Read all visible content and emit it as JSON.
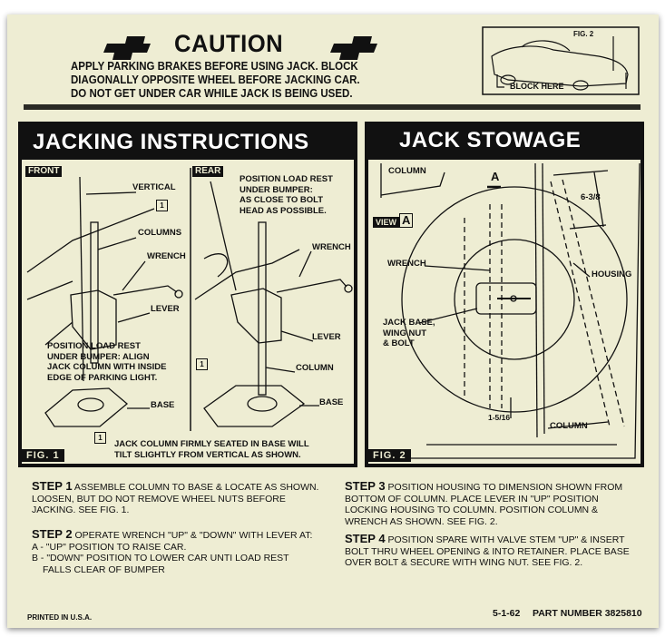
{
  "header": {
    "title": "CAUTION",
    "warning_lines": [
      "APPLY PARKING BRAKES BEFORE USING JACK. BLOCK",
      "DIAGONALLY OPPOSITE WHEEL BEFORE JACKING CAR.",
      "DO NOT GET UNDER CAR WHILE JACK IS BEING USED."
    ],
    "inset": {
      "fig_label": "FIG. 2",
      "block_label": "BLOCK HERE"
    }
  },
  "jacking": {
    "title": "JACKING INSTRUCTIONS",
    "front_tag": "FRONT",
    "rear_tag": "REAR",
    "callout_num": "1",
    "front_labels": {
      "vertical": "VERTICAL",
      "columns": "COLUMNS",
      "wrench": "WRENCH",
      "lever": "LEVER",
      "base": "BASE"
    },
    "front_note": [
      "POSITION LOAD REST",
      "UNDER BUMPER: ALIGN",
      "JACK COLUMN WITH INSIDE",
      "EDGE OF PARKING LIGHT."
    ],
    "rear_note": [
      "POSITION LOAD REST",
      "UNDER BUMPER:",
      "AS CLOSE TO BOLT",
      "HEAD AS POSSIBLE."
    ],
    "rear_labels": {
      "wrench": "WRENCH",
      "lever": "LEVER",
      "column": "COLUMN",
      "base": "BASE"
    },
    "footnote": [
      "JACK COLUMN FIRMLY SEATED IN BASE WILL",
      "TILT SLIGHTLY FROM VERTICAL AS SHOWN."
    ],
    "fig_label": "FIG. 1"
  },
  "stowage": {
    "title": "JACK STOWAGE",
    "labels": {
      "column_top": "COLUMN",
      "view_marker": "A",
      "view_word": "VIEW",
      "view_letter": "A",
      "dim_top": "6-3/8",
      "wrench": "WRENCH",
      "housing": "HOUSING",
      "jack_base": [
        "JACK BASE,",
        "WING NUT",
        "& BOLT"
      ],
      "dim_bottom": "1-5/16",
      "column_bottom": "COLUMN"
    },
    "fig_label": "FIG. 2"
  },
  "steps": [
    {
      "label": "STEP 1",
      "text": "ASSEMBLE COLUMN TO BASE & LOCATE AS SHOWN. LOOSEN, BUT DO NOT REMOVE WHEEL NUTS BEFORE JACKING.  SEE FIG. 1."
    },
    {
      "label": "STEP 2",
      "text": "OPERATE WRENCH \"UP\" & \"DOWN\" WITH LEVER AT:",
      "items": [
        "A - \"UP\" POSITION TO RAISE CAR.",
        "B - \"DOWN\" POSITION TO LOWER CAR UNTI LOAD REST",
        "FALLS CLEAR OF BUMPER"
      ]
    },
    {
      "label": "STEP 3",
      "text": "POSITION HOUSING TO DIMENSION SHOWN FROM BOTTOM OF COLUMN.  PLACE LEVER IN \"UP\" POSITION LOCKING HOUSING TO COLUMN.  POSITION COLUMN & WRENCH AS SHOWN.  SEE FIG. 2."
    },
    {
      "label": "STEP 4",
      "text": "POSITION SPARE WITH VALVE STEM \"UP\" & INSERT BOLT THRU WHEEL OPENING & INTO RETAINER. PLACE BASE OVER BOLT & SECURE WITH WING NUT. SEE FIG. 2."
    }
  ],
  "footer": {
    "printed": "PRINTED IN U.S.A.",
    "date": "5-1-62",
    "part": "PART NUMBER 3825810"
  },
  "colors": {
    "paper": "#eeedd3",
    "ink": "#111111"
  }
}
